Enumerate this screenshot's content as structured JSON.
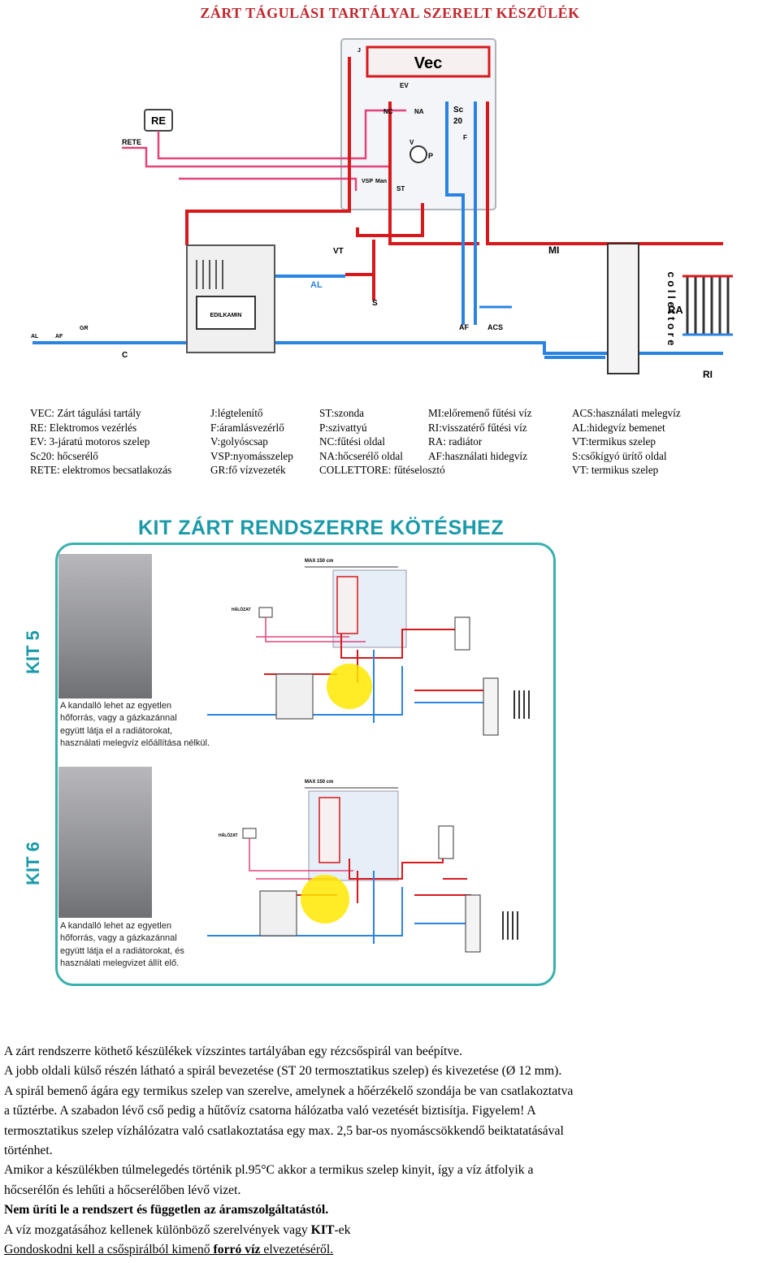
{
  "title_top": "ZÁRT TÁGULÁSI TARTÁLYAL SZERELT KÉSZÜLÉK",
  "diagram_labels": {
    "vec": "Vec",
    "re": "RE",
    "rete": "RETE",
    "ev": "EV",
    "nc": "NC",
    "na": "NA",
    "sc": "Sc",
    "sc20": "20",
    "f": "F",
    "v": "V",
    "p": "P",
    "vsp": "VSP",
    "man": "Man",
    "st": "ST",
    "vt": "VT",
    "al": "AL",
    "s": "S",
    "mi": "MI",
    "af": "AF",
    "acs": "ACS",
    "ra": "RA",
    "ri": "RI",
    "af_small": "AF",
    "gr": "GR",
    "c": "C",
    "collettore": "c o l l e t t o r e",
    "brand": "EDILKAMIN",
    "j": "J"
  },
  "legend": {
    "col1": [
      "VEC: Zárt tágulási tartály",
      "RE:    Elektromos vezérlés",
      "EV:    3-járatú motoros szelep",
      "Sc20: hőcserélő",
      "RETE: elektromos becsatlakozás"
    ],
    "col2": [
      "J:légtelenítő",
      "F:áramlásvezérlő",
      "V:golyóscsap",
      "VSP:nyomásszelep",
      "GR:fő vízvezeték"
    ],
    "col3": [
      "ST:szonda",
      "P:szivattyú",
      "NC:fűtési oldal",
      "NA:hőcserélő oldal",
      "COLLETTORE: fűtéselosztó"
    ],
    "col4": [
      "MI:előremenő fűtési víz",
      "RI:visszatérő fűtési víz",
      "RA: radiátor",
      "AF:használati hidegvíz"
    ],
    "col5": [
      "ACS:használati melegvíz",
      "AL:hidegvíz bemenet",
      "VT:termikus szelep",
      "S:csőkígyó ürítő oldal",
      "VT: termikus szelep"
    ]
  },
  "kit_title": "KIT ZÁRT RENDSZERRE KÖTÉSHEZ",
  "kit5": {
    "label": "KIT 5",
    "caption": [
      "A kandalló lehet az egyetlen",
      "hőforrás, vagy a gázkazánnal",
      "együtt látja el a radiátorokat,",
      "használati melegvíz előállítása nélkül."
    ],
    "max": "MAX 150 cm",
    "halozat": "HÁLÓZAT"
  },
  "kit6": {
    "label": "KIT 6",
    "caption": [
      "A kandalló lehet az egyetlen",
      "hőforrás, vagy a gázkazánnal",
      "együtt látja el a radiátorokat, és",
      "használati melegvizet állít elő."
    ],
    "max": "MAX 150 cm",
    "halozat": "HÁLÓZAT"
  },
  "body": {
    "p1": "A zárt rendszerre köthető készülékek vízszintes tartályában egy rézcsőspirál van beépítve.",
    "p2": "A jobb oldali külső részén látható a spirál bevezetése (ST 20 termosztatikus szelep) és kivezetése (Ø 12 mm).",
    "p3a": "A spirál bemenő ágára egy termikus szelep van szerelve, amelynek a hőérzékelő szondája be van csatlakoztatva",
    "p3b": "a tűztérbe. A szabadon lévő cső pedig a hűtővíz csatorna hálózatba való vezetését biztisítja. Figyelem! A",
    "p3c": "termosztatikus szelep vízhálózatra való csatlakoztatása egy max. 2,5 bar-os nyomáscsökkendő beiktatatásával",
    "p3d": "történhet.",
    "p4a": "Amikor a készülékben túlmelegedés történik pl.95°C akkor a termikus szelep kinyit, így a víz átfolyik a",
    "p4b": "hőcserélőn és lehűti a hőcserélőben lévő vizet.",
    "p5": "Nem üríti le a rendszert és független az áramszolgáltatástól.",
    "p6_pre": "A víz mozgatásához kellenek különböző szerelvények vagy ",
    "p6_kit": "KIT",
    "p6_post": "-ek",
    "p7_pre": "Gondoskodni kell a csőspirálból kimenő ",
    "p7_bold": "forró víz",
    "p7_post": " elvezetéséről."
  },
  "colors": {
    "red": "#d7191c",
    "blue": "#2b83e0",
    "pink": "#e0457b",
    "green": "#2ca02c",
    "teal": "#39b0ad"
  }
}
